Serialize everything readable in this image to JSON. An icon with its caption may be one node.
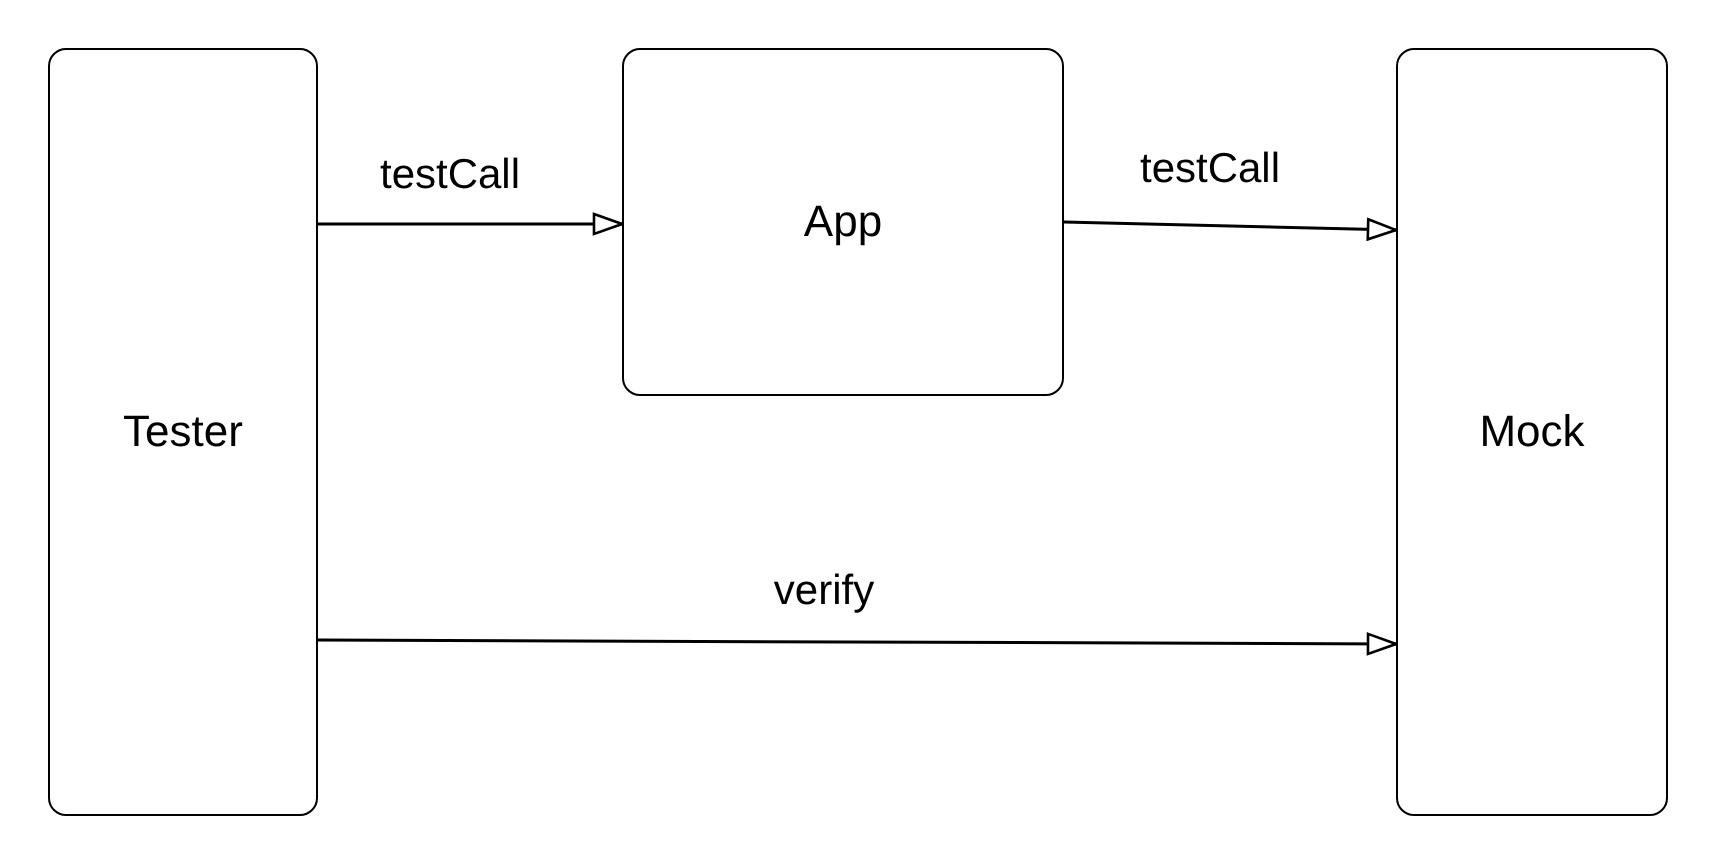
{
  "diagram": {
    "nodes": [
      {
        "text": [
          "Tester"
        ]
      },
      {
        "text": [
          "App"
        ]
      },
      {
        "text": [
          "Mock"
        ]
      }
    ],
    "edges": [
      {
        "from": 0,
        "to": 1,
        "arrow": "to",
        "label": "testCall"
      },
      {
        "from": 1,
        "to": 2,
        "arrow": "to",
        "label": "testCall"
      },
      {
        "from": 0,
        "to": 2,
        "arrow": "to",
        "label": "verify"
      }
    ]
  }
}
